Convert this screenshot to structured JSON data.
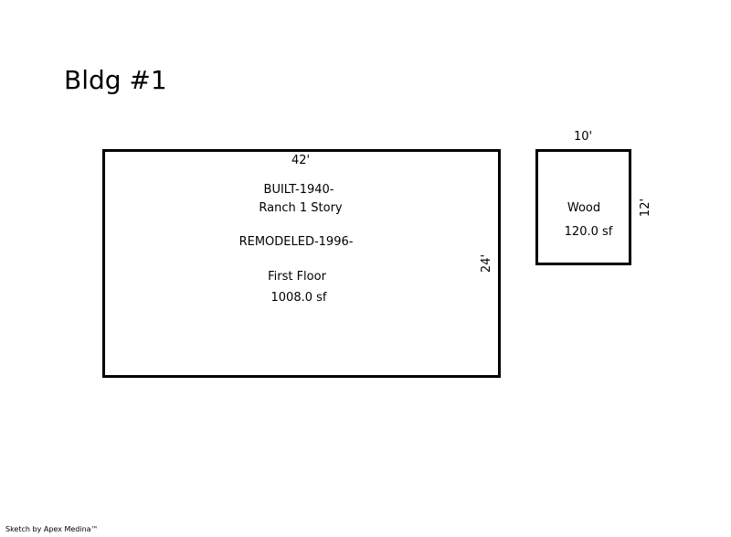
{
  "title": "Bldg #1",
  "rooms": [
    {
      "top_dimension": "42'",
      "side_dimension": "24'",
      "lines": [
        "BUILT-1940-",
        "Ranch 1 Story",
        "REMODELED-1996-",
        "First Floor",
        "1008.0 sf"
      ]
    },
    {
      "top_dimension": "10'",
      "side_dimension": "12'",
      "lines": [
        "Wood",
        "120.0 sf"
      ]
    }
  ],
  "footer": "Sketch by Apex Medina™"
}
